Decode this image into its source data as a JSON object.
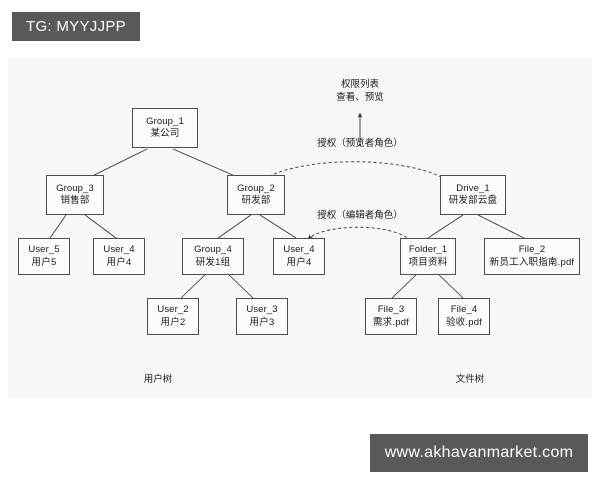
{
  "watermarks": {
    "top": "TG: MYYJJPP",
    "bottom": "www.akhavanmarket.com"
  },
  "colors": {
    "panel_background": "#f7f7f7",
    "page_background": "#ffffff",
    "node_fill": "#fbfbfb",
    "node_border": "#4d4d4d",
    "edge": "#333333",
    "watermark_background": "#595959",
    "watermark_text": "#ffffff",
    "text": "#1a1a1a"
  },
  "diagram": {
    "user_tree": {
      "caption": "用户树",
      "nodes": [
        {
          "id": "Group_1",
          "name": "某公司"
        },
        {
          "id": "Group_3",
          "name": "销售部"
        },
        {
          "id": "Group_2",
          "name": "研发部"
        },
        {
          "id": "User_5",
          "name": "用户5"
        },
        {
          "id": "User_4",
          "name": "用户4"
        },
        {
          "id": "Group_4",
          "name": "研发1组"
        },
        {
          "id": "User_4",
          "name": "用户4"
        },
        {
          "id": "User_2",
          "name": "用户2"
        },
        {
          "id": "User_3",
          "name": "用户3"
        }
      ]
    },
    "file_tree": {
      "caption": "文件树",
      "nodes": [
        {
          "id": "Drive_1",
          "name": "研发部云盘"
        },
        {
          "id": "Folder_1",
          "name": "项目资料"
        },
        {
          "id": "File_2",
          "name": "新员工入职指南.pdf"
        },
        {
          "id": "File_3",
          "name": "需求.pdf"
        },
        {
          "id": "File_4",
          "name": "验收.pdf"
        }
      ]
    },
    "annotations": {
      "permission_list_title": "权限列表",
      "permission_list_items": "查看、预览",
      "grant_viewer": "授权（预览者角色）",
      "grant_editor": "授权（编辑者角色）"
    }
  }
}
